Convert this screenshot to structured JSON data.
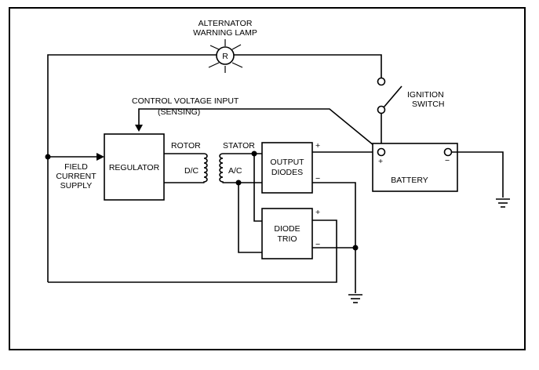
{
  "diagram": {
    "lamp": {
      "line1": "ALTERNATOR",
      "line2": "WARNING LAMP",
      "symbol": "R"
    },
    "ignition_switch": {
      "line1": "IGNITION",
      "line2": "SWITCH"
    },
    "control_voltage": {
      "line1": "CONTROL VOLTAGE INPUT",
      "line2": "(SENSING)"
    },
    "field_current": {
      "line1": "FIELD",
      "line2": "CURRENT",
      "line3": "SUPPLY"
    },
    "regulator": "REGULATOR",
    "rotor": {
      "label": "ROTOR",
      "type": "D/C"
    },
    "stator": {
      "label": "STATOR",
      "type": "A/C"
    },
    "output_diodes": {
      "line1": "OUTPUT",
      "line2": "DIODES",
      "plus": "+",
      "minus": "−"
    },
    "diode_trio": {
      "line1": "DIODE",
      "line2": "TRIO",
      "plus": "+",
      "minus": "−"
    },
    "battery": {
      "label": "BATTERY",
      "plus": "+",
      "minus": "−"
    }
  }
}
